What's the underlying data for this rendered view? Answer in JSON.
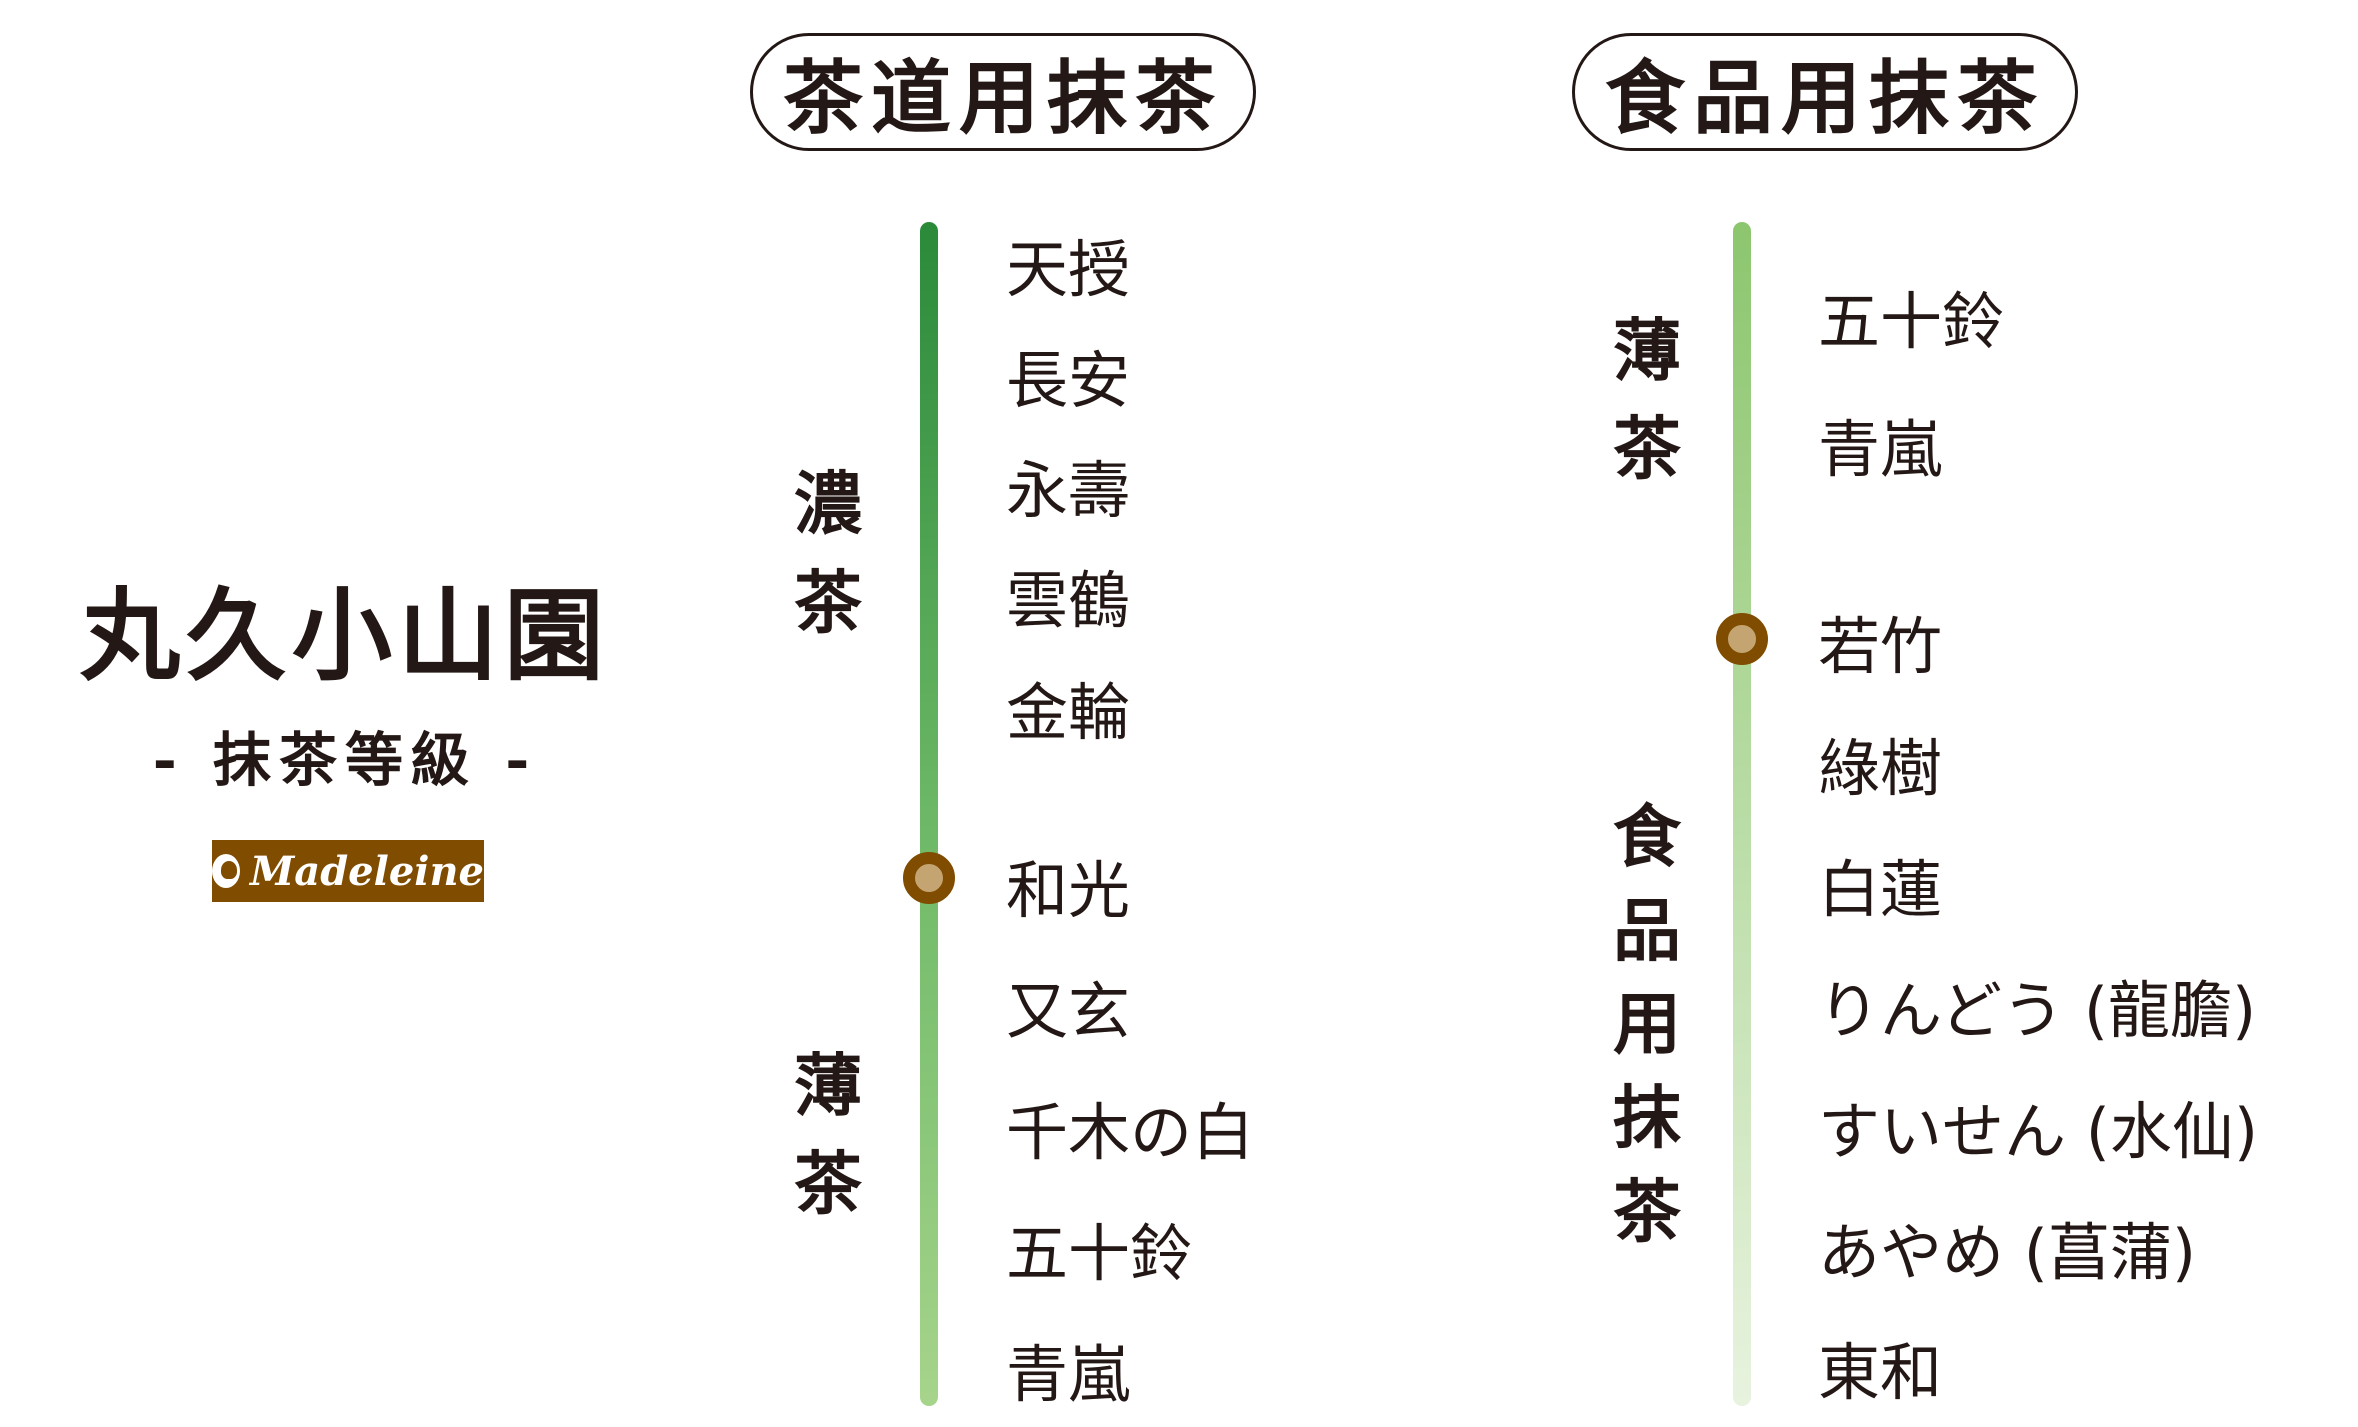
{
  "brand": {
    "name": "丸久小山園",
    "subtitle": "- 抹茶等級 -",
    "logo_text": "Madeleine"
  },
  "colors": {
    "dot_outer": "#7f4c00",
    "dot_inner": "#c4a470",
    "line1_top": "#2a8a3a",
    "line1_bottom": "#a6d48b",
    "line2_top": "#8cc66e",
    "line2_bottom": "#e8f3df"
  },
  "sections": [
    {
      "title": "茶道用抹茶",
      "groups": [
        {
          "label": [
            "濃",
            "茶"
          ]
        },
        {
          "label": [
            "薄",
            "茶"
          ]
        }
      ],
      "items": [
        "天授",
        "長安",
        "永壽",
        "雲鶴",
        "金輪",
        "和光",
        "又玄",
        "千木の白",
        "五十鈴",
        "青嵐"
      ]
    },
    {
      "title": "食品用抹茶",
      "groups": [
        {
          "label": [
            "薄",
            "茶"
          ]
        },
        {
          "label": [
            "食",
            "品",
            "用",
            "抹",
            "茶"
          ]
        }
      ],
      "items": [
        "五十鈴",
        "青嵐",
        "若竹",
        "綠樹",
        "白蓮",
        "りんどう (龍膽)",
        "すいせん (水仙)",
        "あやめ (菖蒲)",
        "東和"
      ]
    }
  ]
}
